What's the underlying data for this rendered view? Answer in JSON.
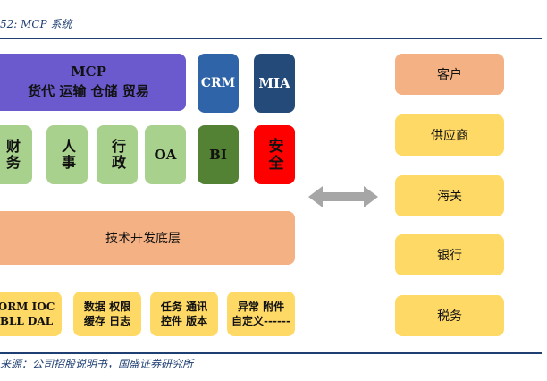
{
  "caption": "52:  MCP 系统",
  "mcp": {
    "line1": "MCP",
    "line2": "货代  运输  仓储  贸易"
  },
  "crm": "CRM",
  "mia": "MIA",
  "row2": {
    "finance": "财务",
    "hr": "人事",
    "admin": "行政",
    "oa": "OA",
    "bi": "BI",
    "security": "安全"
  },
  "base_layer": "技术开发底层",
  "modules": [
    {
      "line1": "ORM  IOC",
      "line2": "BLL  DAL"
    },
    {
      "line1": "数据 权限",
      "line2": "缓存 日志"
    },
    {
      "line1": "任务 通讯",
      "line2": "控件 版本"
    },
    {
      "line1": "异常  附件",
      "line2": "自定义------"
    }
  ],
  "external": [
    "客户",
    "供应商",
    "海关",
    "银行",
    "税务"
  ],
  "colors": {
    "mcp": "#6a5acd",
    "crm": "#2f64a8",
    "mia": "#244a7a",
    "light_green": "#a9d18e",
    "dark_green": "#548235",
    "red": "#ff0000",
    "orange": "#f4b183",
    "yellow": "#ffd966",
    "arrow": "#a6a6a6",
    "rule": "#1f3f73"
  },
  "connector": "double-arrow-icon",
  "source": "来源：公司招股说明书，国盛证券研究所"
}
